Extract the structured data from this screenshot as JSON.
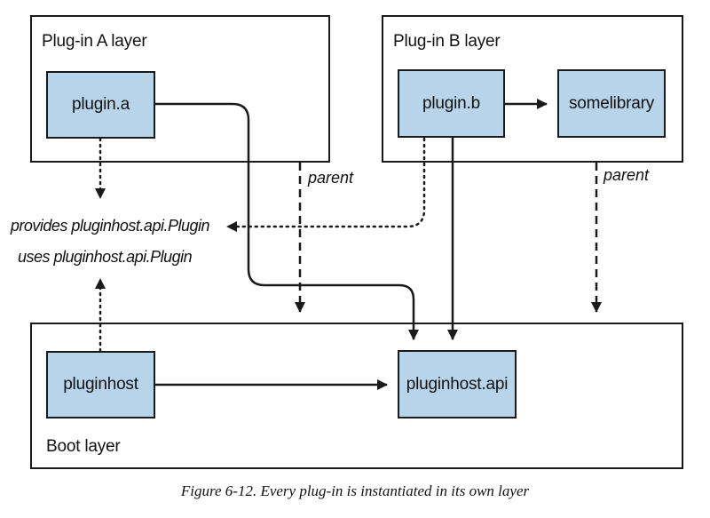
{
  "layers": {
    "plugin_a": {
      "title": "Plug-in A layer"
    },
    "plugin_b": {
      "title": "Plug-in B layer"
    },
    "boot": {
      "title": "Boot layer"
    }
  },
  "nodes": {
    "plugin_a": "plugin.a",
    "plugin_b": "plugin.b",
    "somelibrary": "somelibrary",
    "pluginhost": "pluginhost",
    "pluginhost_api": "pluginhost.api"
  },
  "labels": {
    "parent_a": "parent",
    "parent_b": "parent",
    "provides": "provides pluginhost.api.Plugin",
    "uses": "uses pluginhost.api.Plugin"
  },
  "caption": "Figure 6-12. Every plug-in is instantiated in its own layer",
  "colors": {
    "node_fill": "#b7d4ea",
    "stroke": "#1a1a1a"
  }
}
